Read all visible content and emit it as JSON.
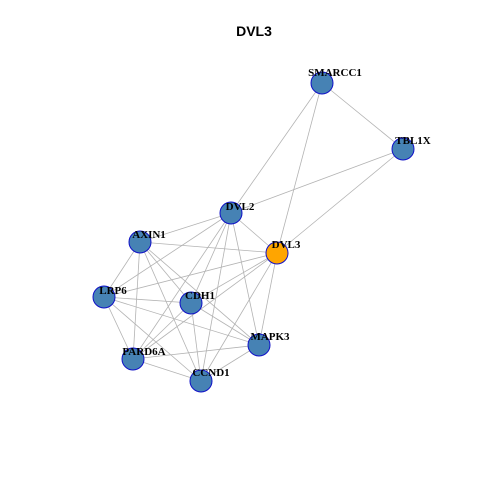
{
  "title": "DVL3",
  "colors": {
    "node_fill": "#4682B4",
    "node_stroke": "#1010C8",
    "focus_fill": "#FFA500",
    "focus_stroke": "#1010C8",
    "edge": "#B3B3B3"
  },
  "focus_node": "DVL3",
  "nodes": [
    {
      "id": "SMARCC1",
      "label": "SMARCC1"
    },
    {
      "id": "TBL1X",
      "label": "TBL1X"
    },
    {
      "id": "DVL2",
      "label": "DVL2"
    },
    {
      "id": "AXIN1",
      "label": "AXIN1"
    },
    {
      "id": "DVL3",
      "label": "DVL3"
    },
    {
      "id": "LRP6",
      "label": "LRP6"
    },
    {
      "id": "CDH1",
      "label": "CDH1"
    },
    {
      "id": "MAPK3",
      "label": "MAPK3"
    },
    {
      "id": "PARD6A",
      "label": "PARD6A"
    },
    {
      "id": "CCND1",
      "label": "CCND1"
    }
  ],
  "edges": [
    [
      "SMARCC1",
      "TBL1X"
    ],
    [
      "SMARCC1",
      "DVL2"
    ],
    [
      "SMARCC1",
      "DVL3"
    ],
    [
      "TBL1X",
      "DVL2"
    ],
    [
      "TBL1X",
      "DVL3"
    ],
    [
      "DVL2",
      "AXIN1"
    ],
    [
      "DVL2",
      "DVL3"
    ],
    [
      "DVL2",
      "LRP6"
    ],
    [
      "DVL2",
      "CDH1"
    ],
    [
      "DVL2",
      "MAPK3"
    ],
    [
      "DVL2",
      "PARD6A"
    ],
    [
      "DVL2",
      "CCND1"
    ],
    [
      "AXIN1",
      "DVL3"
    ],
    [
      "AXIN1",
      "LRP6"
    ],
    [
      "AXIN1",
      "CDH1"
    ],
    [
      "AXIN1",
      "MAPK3"
    ],
    [
      "AXIN1",
      "PARD6A"
    ],
    [
      "AXIN1",
      "CCND1"
    ],
    [
      "DVL3",
      "LRP6"
    ],
    [
      "DVL3",
      "CDH1"
    ],
    [
      "DVL3",
      "MAPK3"
    ],
    [
      "DVL3",
      "PARD6A"
    ],
    [
      "DVL3",
      "CCND1"
    ],
    [
      "LRP6",
      "CDH1"
    ],
    [
      "LRP6",
      "MAPK3"
    ],
    [
      "LRP6",
      "PARD6A"
    ],
    [
      "LRP6",
      "CCND1"
    ],
    [
      "CDH1",
      "MAPK3"
    ],
    [
      "CDH1",
      "PARD6A"
    ],
    [
      "CDH1",
      "CCND1"
    ],
    [
      "MAPK3",
      "PARD6A"
    ],
    [
      "MAPK3",
      "CCND1"
    ],
    [
      "PARD6A",
      "CCND1"
    ]
  ]
}
